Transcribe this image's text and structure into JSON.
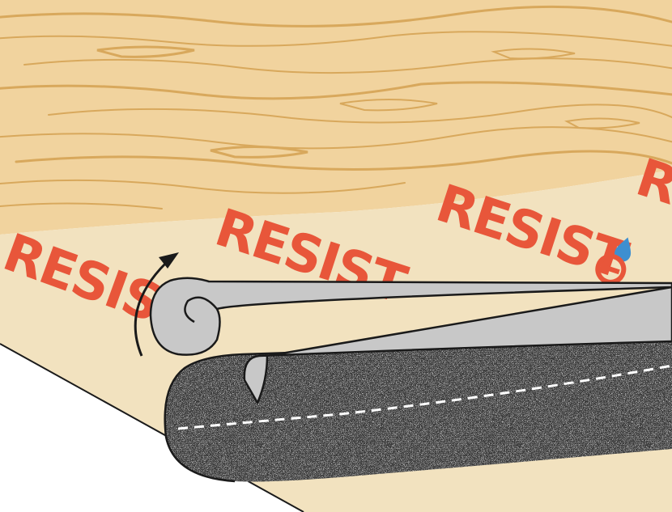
{
  "watermarks": [
    {
      "text": "RESIST",
      "role": "brand-left"
    },
    {
      "text": "RESIST",
      "role": "brand-center"
    },
    {
      "text": "R",
      "role": "brand-right-partial"
    }
  ],
  "colors": {
    "brand_red": "#E8563A",
    "drop_blue": "#3E8FD0",
    "plywood": "#F1D39E",
    "plywood_grain": "#D8A85C",
    "membrane_base": "#F2E2BF",
    "release_film": "#C8C8C8",
    "granules": "#3D3D3D",
    "seam_line": "#FFFFFF",
    "outline": "#1A1A1A"
  },
  "icons": [
    "curved-arrow-icon",
    "water-drop-icon",
    "no-symbol-icon"
  ]
}
